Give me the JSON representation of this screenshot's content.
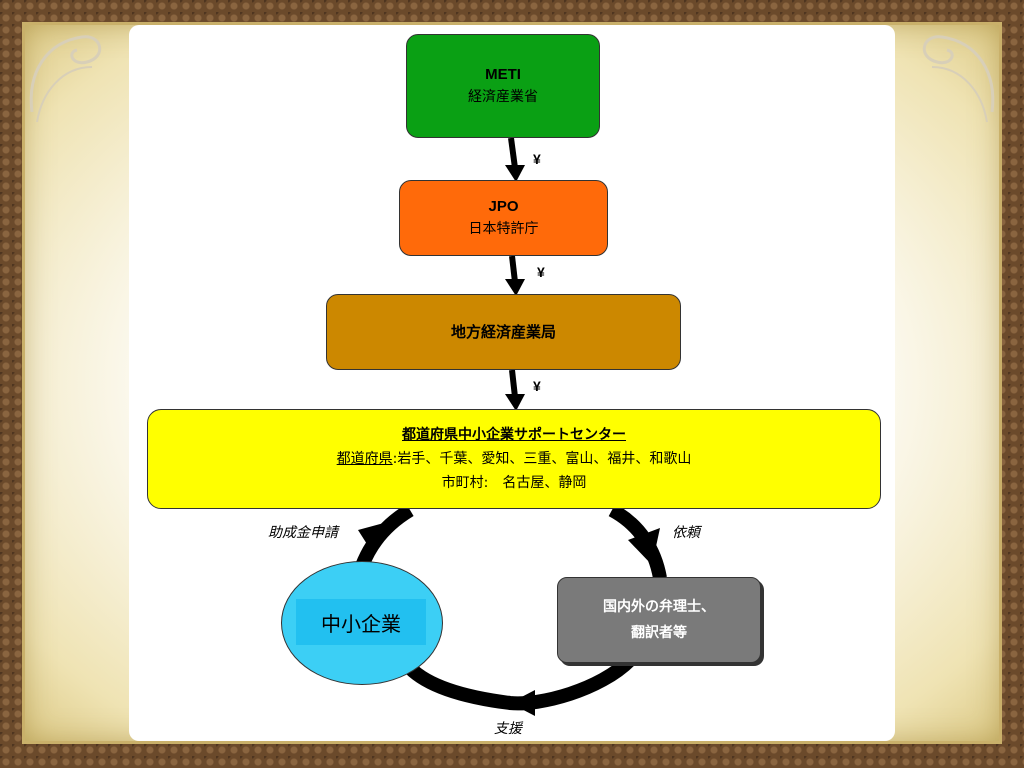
{
  "diagram": {
    "meti": {
      "name": "METI",
      "label": "経済産業省"
    },
    "jpo": {
      "name": "JPO",
      "label": "日本特許庁"
    },
    "bureau": {
      "label": "地方経済産業局"
    },
    "center": {
      "title": "都道府県中小企業サポートセンター",
      "pref_label": "都道府県",
      "pref_list": ":岩手、千葉、愛知、三重、富山、福井、和歌山",
      "city_line": "市町村:　名古屋、静岡"
    },
    "sme": {
      "label": "中小企業"
    },
    "experts": {
      "line1": "国内外の弁理士、",
      "line2": "翻訳者等"
    },
    "flow_symbol": "¥",
    "cycle": {
      "apply": "助成金申請",
      "request": "依頼",
      "support": "支援"
    }
  },
  "colors": {
    "meti": "#0aa014",
    "jpo": "#ff6a0a",
    "bureau": "#cc8800",
    "center": "#ffff00",
    "sme": "#3ccff5",
    "experts": "#7a7a7a"
  }
}
